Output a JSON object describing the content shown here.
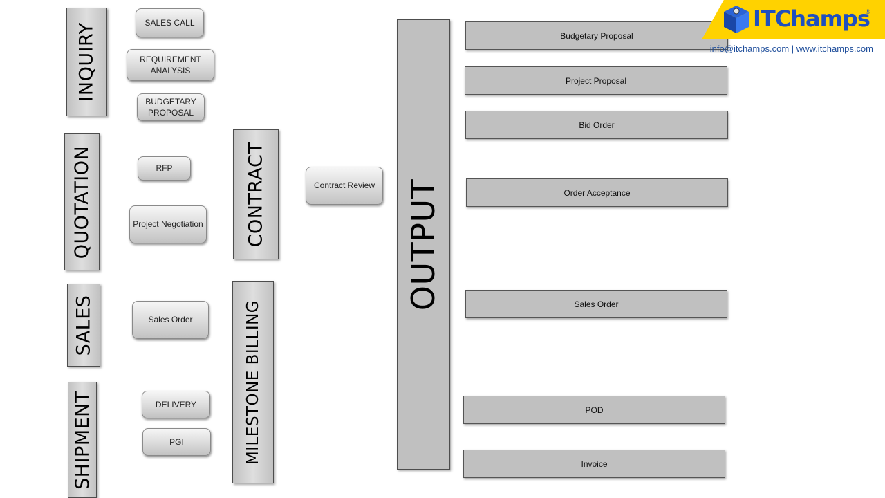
{
  "logo": {
    "brand": "ITChamps",
    "registered": "®",
    "contact": "info@itchamps.com | www.itchamps.com"
  },
  "phases": {
    "inquiry": "INQUIRY",
    "quotation": "QUOTATION",
    "sales": "SALES",
    "shipment": "SHIPMENT",
    "contract": "CONTRACT",
    "milestone_billing": "MILESTONE BILLING",
    "output": "OUTPUT"
  },
  "steps": {
    "sales_call": "SALES CALL",
    "requirement_analysis": "REQUIREMENT ANALYSIS",
    "budgetary_proposal": "BUDGETARY PROPOSAL",
    "rfp": "RFP",
    "project_negotiation": "Project Negotiation",
    "sales_order": "Sales Order",
    "delivery": "DELIVERY",
    "pgi": "PGI",
    "contract_review": "Contract Review"
  },
  "outputs": {
    "budgetary_proposal": "Budgetary Proposal",
    "project_proposal": "Project Proposal",
    "bid_order": "Bid Order",
    "order_acceptance": "Order Acceptance",
    "sales_order": "Sales Order",
    "pod": "POD",
    "invoice": "Invoice"
  },
  "colors": {
    "logo_background": "#ffd200",
    "logo_text": "#1f4fbf",
    "contact_text": "#1f4e9b",
    "box_fill": "#c0c0c0"
  }
}
